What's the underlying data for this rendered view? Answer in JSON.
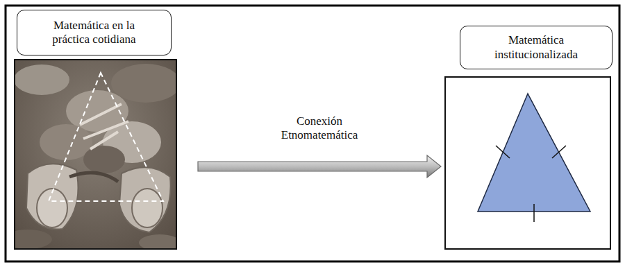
{
  "diagram": {
    "nodes": [
      {
        "text": [
          "Matemática en la práctica cotidiana"
        ]
      },
      {
        "text": [
          "Matemática institucionalizada"
        ]
      }
    ],
    "edges": [
      {
        "from": 0,
        "to": 1,
        "arrow": "to",
        "label": "Conexión Etnomatemática"
      }
    ]
  }
}
